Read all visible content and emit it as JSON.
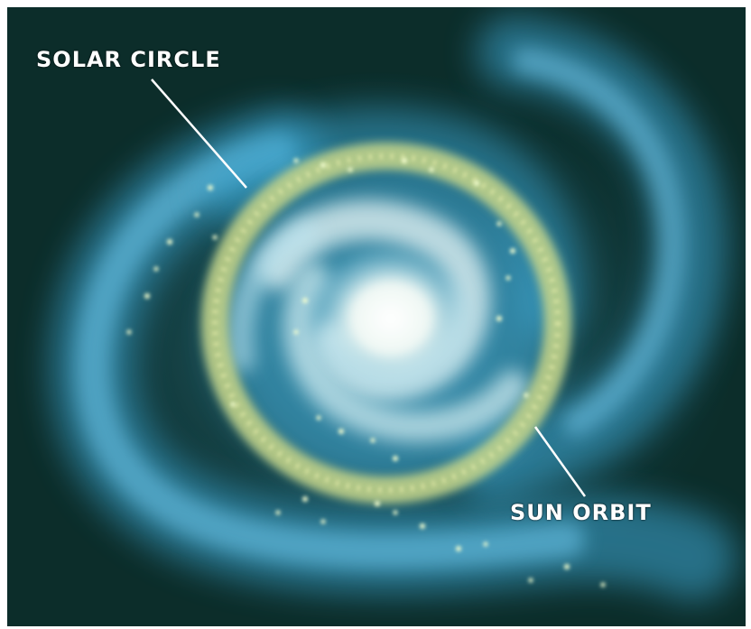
{
  "labels": {
    "solar_circle": "SOLAR CIRCLE",
    "sun_orbit": "SUN ORBIT"
  },
  "colors": {
    "background": "#0c2d2a",
    "arm_blue": "#4fb6df",
    "core_white": "#eef7f3",
    "ring": "#c9d88a",
    "stars": "#eaffb0"
  },
  "icons": [
    "spiral-galaxy",
    "solar-circle-ring",
    "sun-orbit-path"
  ]
}
